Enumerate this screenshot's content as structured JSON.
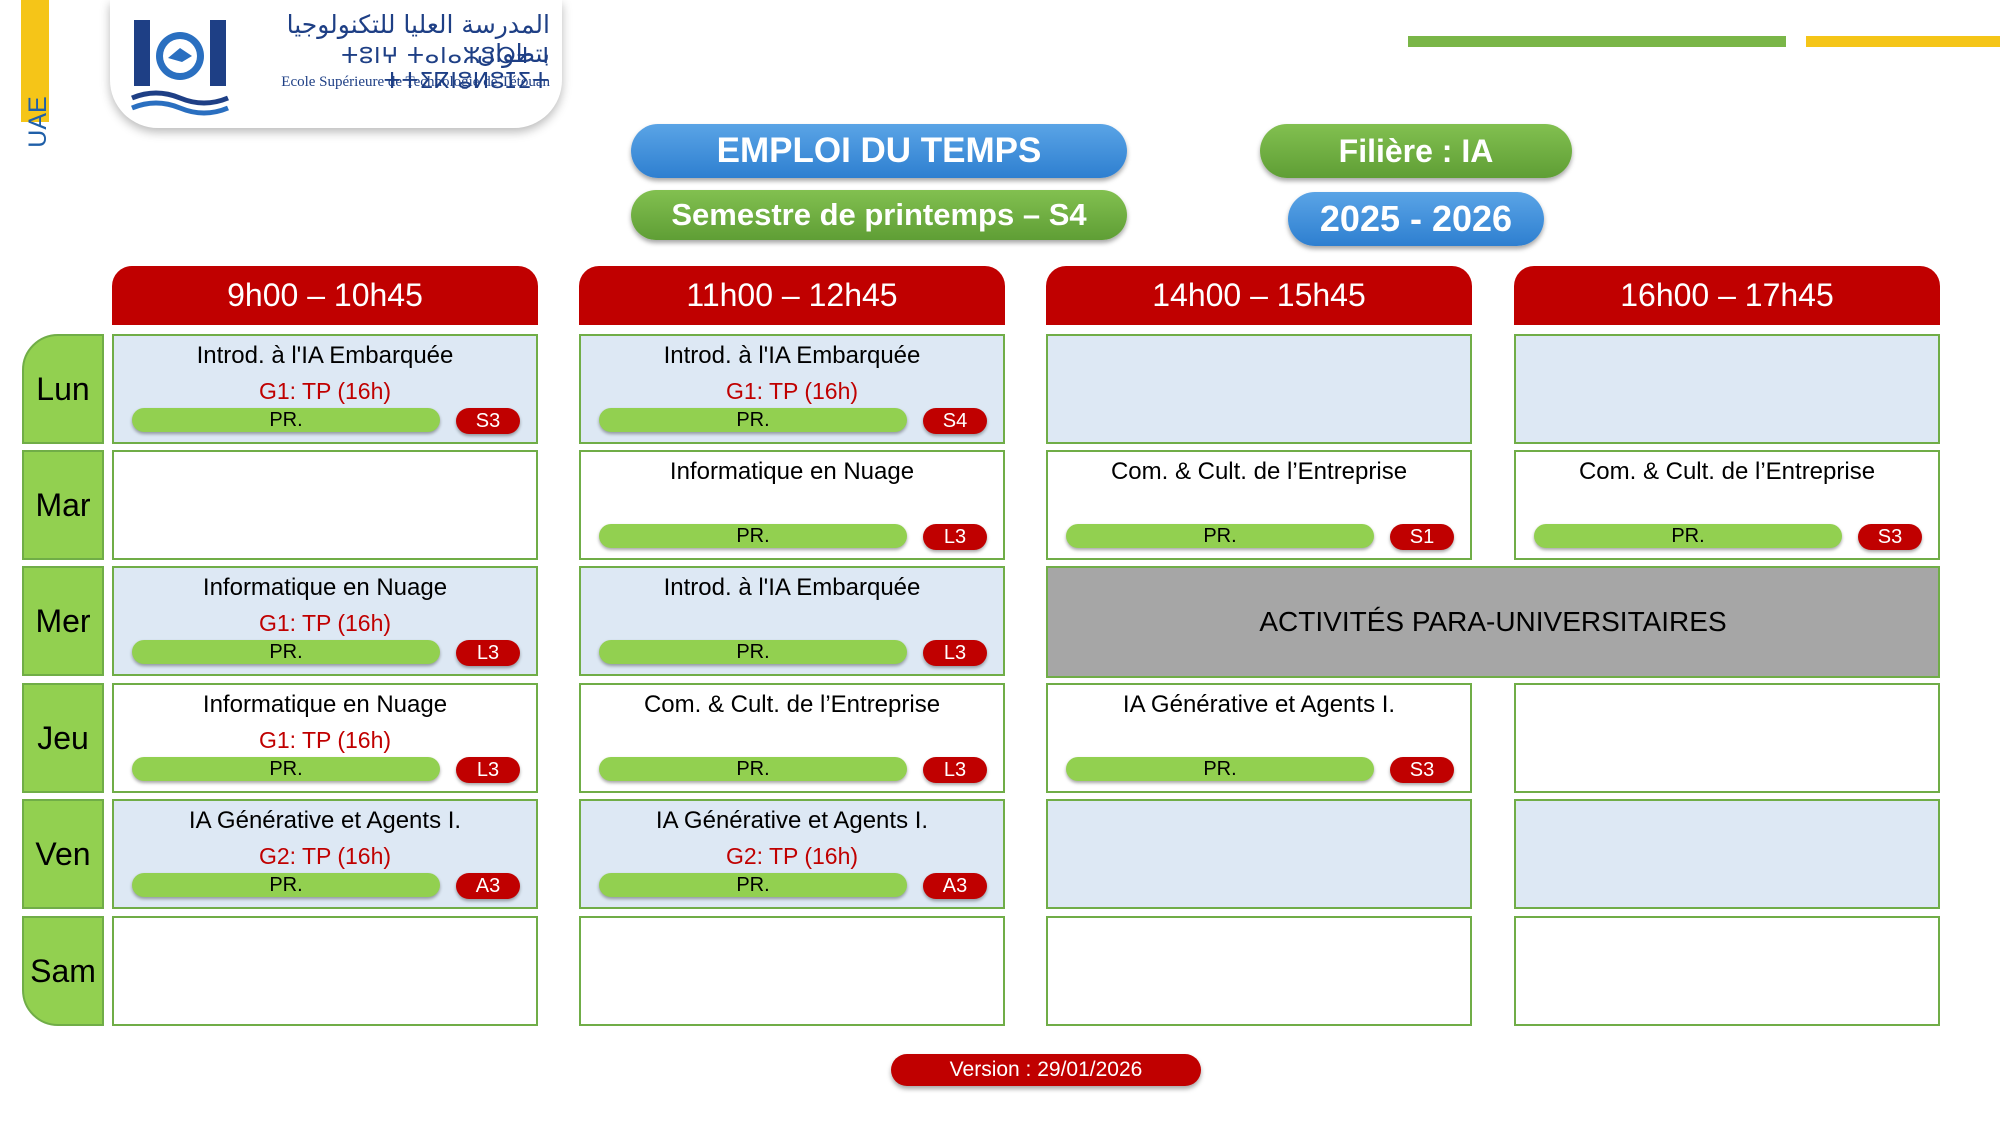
{
  "colors": {
    "header_red": "#c00000",
    "day_green": "#92d050",
    "border_green": "#70ad47",
    "title_blue": "#2e7fd0",
    "title_green": "#6aaa3a",
    "accent_yellow": "#f5c518"
  },
  "side_label": "UAE",
  "logo": {
    "arabic": "المدرسة العليا للتكنولوجيا بتطوان",
    "tifinagh": "ⵜⵓⵏⵖ ⵜⴰⵏⴰⵣⵓⵔⵜ ⵏ ⵜⵜⵉⴽⵏⵓⵍⵓⵊⵉⵜ",
    "french": "Ecole Supérieure de Technologie de Tétouan"
  },
  "title": "EMPLOI DU TEMPS",
  "semester": "Semestre de printemps – S4",
  "filiere": "Filière : IA",
  "year": "2025 - 2026",
  "time_slots": [
    "9h00 – 10h45",
    "11h00 – 12h45",
    "14h00 – 15h45",
    "16h00 – 17h45"
  ],
  "days": [
    "Lun",
    "Mar",
    "Mer",
    "Jeu",
    "Ven",
    "Sam"
  ],
  "schedule": {
    "lun": [
      {
        "course": "Introd. à l'IA Embarquée",
        "group": "G1: TP (16h)",
        "prof": "PR.",
        "room": "S3"
      },
      {
        "course": "Introd. à l'IA Embarquée",
        "group": "G1: TP (16h)",
        "prof": "PR.",
        "room": "S4"
      }
    ],
    "mar": [
      {
        "course": "Informatique en Nuage",
        "prof": "PR.",
        "room": "L3"
      },
      {
        "course": "Com. & Cult. de l’Entreprise",
        "prof": "PR.",
        "room": "S1"
      },
      {
        "course": "Com. & Cult. de l’Entreprise",
        "prof": "PR.",
        "room": "S3"
      }
    ],
    "mer": [
      {
        "course": "Informatique en Nuage",
        "group": "G1: TP (16h)",
        "prof": "PR.",
        "room": "L3"
      },
      {
        "course": "Introd. à l'IA Embarquée",
        "prof": "PR.",
        "room": "L3"
      }
    ],
    "jeu": [
      {
        "course": "Informatique en Nuage",
        "group": "G1: TP (16h)",
        "prof": "PR.",
        "room": "L3"
      },
      {
        "course": "Com. & Cult. de l’Entreprise",
        "prof": "PR.",
        "room": "L3"
      },
      {
        "course": "IA Générative et Agents I.",
        "prof": "PR.",
        "room": "S3"
      }
    ],
    "ven": [
      {
        "course": "IA Générative et Agents I.",
        "group": "G2: TP (16h)",
        "prof": "PR.",
        "room": "A3"
      },
      {
        "course": "IA Générative et Agents I.",
        "group": "G2: TP (16h)",
        "prof": "PR.",
        "room": "A3"
      }
    ]
  },
  "activities": "ACTIVITÉS PARA-UNIVERSITAIRES",
  "version": "Version : 29/01/2026"
}
